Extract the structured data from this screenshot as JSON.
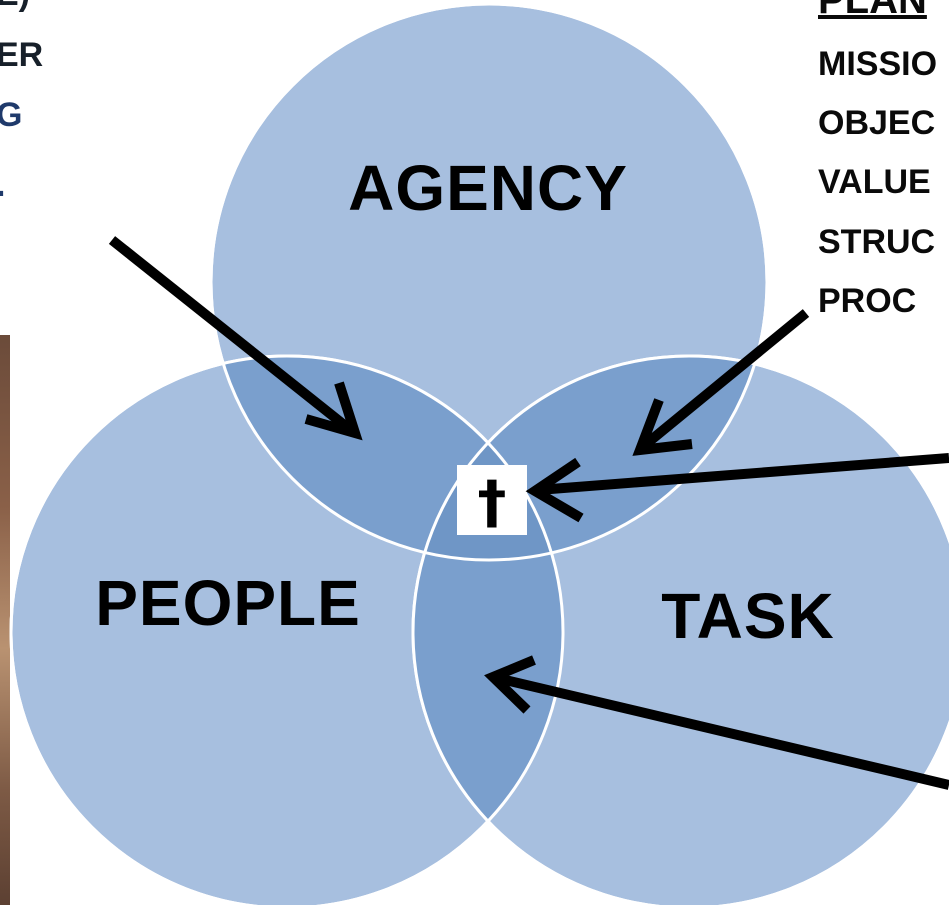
{
  "left_text": {
    "line1": "E)",
    "line2": "ER",
    "line3": "G",
    "line4": "."
  },
  "right_text": {
    "heading": "PLAN",
    "items": [
      "MISSIO",
      "OBJEC",
      "VALUE",
      "STRUC",
      "PROC"
    ]
  },
  "circles": {
    "agency": "AGENCY",
    "people": "PEOPLE",
    "task": "TASK"
  },
  "center_symbol": "†",
  "colors": {
    "circle_fill": "#a7bfdf",
    "overlap_fill": "#7a9fcd",
    "center_fill": "#6f96c6",
    "circle_stroke": "#ffffff",
    "arrow": "#000000",
    "blue_text": "#1f3a6b"
  }
}
